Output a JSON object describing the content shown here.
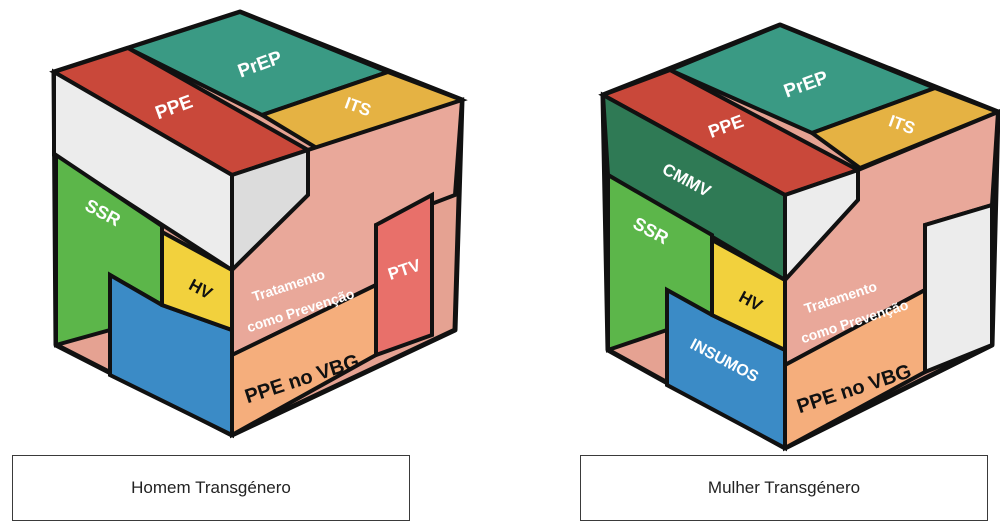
{
  "colors": {
    "red": "#c9483a",
    "teal": "#3a9a84",
    "gold": "#e5b243",
    "green": "#5cb64a",
    "blue": "#3b8bc6",
    "yellow": "#f2d13d",
    "pink": "#e9a89a",
    "peach": "#f5ae7c",
    "coral": "#e8706a",
    "dark_green": "#2f7a55",
    "white_block": "#eeeeee"
  },
  "cube_left": {
    "labels": {
      "prep": "PrEP",
      "ppe": "PPE",
      "its": "ITS",
      "ssr": "SSR",
      "hv": "HV",
      "tratamento_line1": "Tratamento",
      "tratamento_line2": "como Prevenção",
      "ptv": "PTV",
      "ppe_vbg": "PPE no VBG"
    },
    "caption": "Homem Transgénero"
  },
  "cube_right": {
    "labels": {
      "prep": "PrEP",
      "ppe": "PPE",
      "its": "ITS",
      "cmmv": "CMMV",
      "ssr": "SSR",
      "hv": "HV",
      "insumos": "INSUMOS",
      "tratamento_line1": "Tratamento",
      "tratamento_line2": "como Prevenção",
      "ppe_vbg": "PPE no VBG"
    },
    "caption": "Mulher Transgénero"
  }
}
